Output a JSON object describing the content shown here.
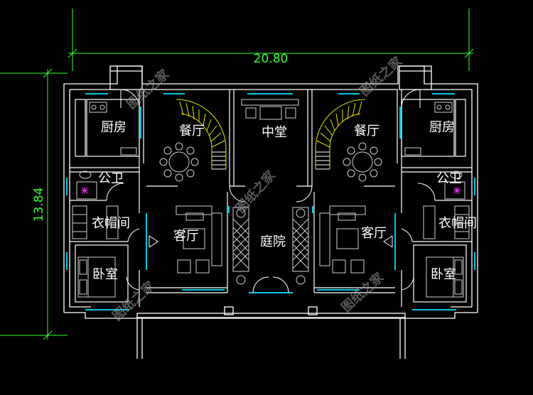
{
  "colors": {
    "background": "#000000",
    "wall": "#ffffff",
    "dimension": "#33ff33",
    "window": "#00c8e6",
    "stair": "#e6e600",
    "marker": "#ff33ff",
    "furniture": "#cfcfcf",
    "room_label": "#ffffff",
    "watermark": "#a0a0a0"
  },
  "dimensions": {
    "width": "20.80",
    "height": "13.84"
  },
  "rooms": {
    "kitchen_left": "厨房",
    "kitchen_right": "厨房",
    "dining_left": "餐厅",
    "dining_right": "餐厅",
    "central_hall": "中堂",
    "bathroom_left": "公卫",
    "bathroom_right": "公卫",
    "closet_left": "衣帽间",
    "closet_right": "衣帽间",
    "living_left": "客厅",
    "living_right": "客厅",
    "courtyard": "庭院",
    "bedroom_left": "卧室",
    "bedroom_right": "卧室"
  },
  "watermarks": {
    "top_left": "图纸之家",
    "center": "图纸之家",
    "top_right": "图纸之家",
    "bottom_left": "图纸之家",
    "bottom_right": "图纸之家"
  }
}
